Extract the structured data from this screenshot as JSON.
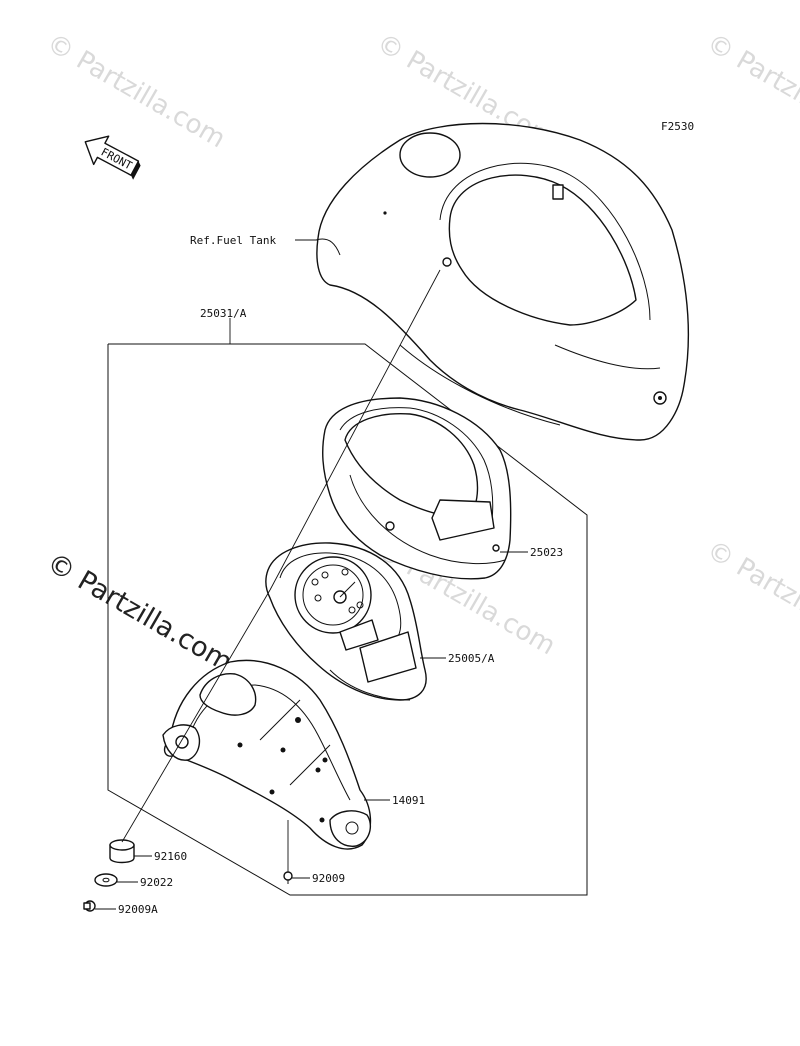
{
  "figure_code": "F2530",
  "front_arrow_label": "FRONT",
  "watermarks": {
    "small_text": "© Partzilla.com",
    "large_text": "© Partzilla.com"
  },
  "labels": {
    "ref_fuel_tank": "Ref.Fuel Tank",
    "assembly": "25031/A",
    "bezel": "25023",
    "meter_unit": "25005/A",
    "case": "14091",
    "damper": "92160",
    "washer": "92022",
    "screw": "92009",
    "screw_a": "92009A"
  }
}
